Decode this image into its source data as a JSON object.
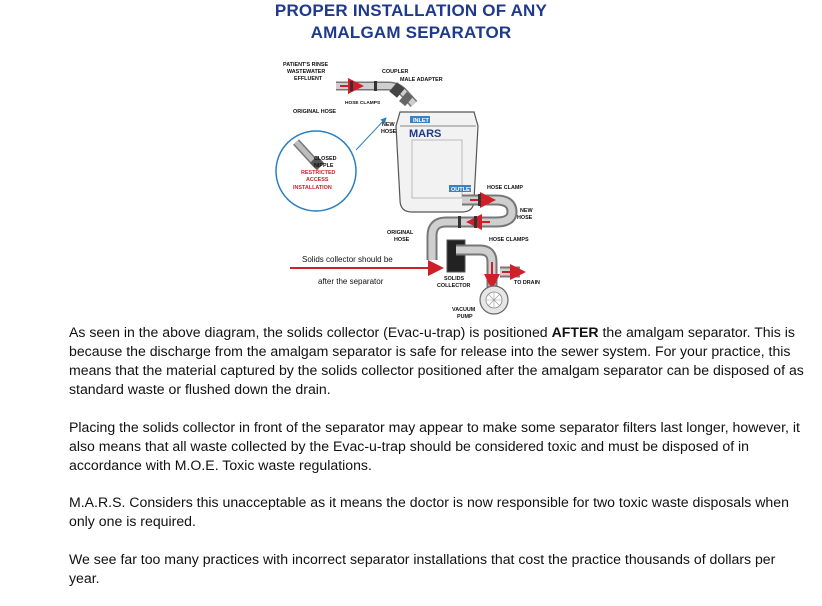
{
  "title": {
    "line1": "PROPER INSTALLATION OF ANY",
    "line2": "AMALGAM SEPARATOR"
  },
  "diagram": {
    "labels": {
      "patients_rinse_line1": "PATIENT'S RINSE",
      "patients_rinse_line2": "WASTEWATER",
      "patients_rinse_line3": "EFFLUENT",
      "coupler": "COUPLER",
      "male_adapter": "MALE ADAPTER",
      "hose_clamps_top": "HOSE CLAMPS",
      "original_hose_top": "ORIGINAL HOSE",
      "new_hose_top_line1": "NEW",
      "new_hose_top_line2": "HOSE",
      "inlet": "INLET",
      "brand": "MARS",
      "closed_nipple_line1": "CLOSED",
      "closed_nipple_line2": "NIPPLE",
      "restricted_line1": "RESTRICTED",
      "restricted_line2": "ACCESS",
      "restricted_line3": "INSTALLATION",
      "outlet": "OUTLET",
      "hose_clamp_right": "HOSE CLAMP",
      "new_hose_right_line1": "NEW",
      "new_hose_right_line2": "HOSE",
      "original_hose_mid_line1": "ORIGINAL",
      "original_hose_mid_line2": "HOSE",
      "hose_clamps_mid": "HOSE CLAMPS",
      "solids_note_line1": "Solids collector should be",
      "solids_note_line2": "after the separator",
      "solids_collector_line1": "SOLIDS",
      "solids_collector_line2": "COLLECTOR",
      "to_drain": "TO DRAIN",
      "vacuum_pump_line1": "VACUUM",
      "vacuum_pump_line2": "PUMP"
    },
    "colors": {
      "title_blue": "#1f3a8a",
      "red_arrow": "#d11f2a",
      "tag_blue": "#3b82c4",
      "callout_blue": "#2a7fbf"
    }
  },
  "body": {
    "p1_before": "As seen in the above diagram, the solids collector (Evac-u-trap) is positioned ",
    "p1_bold": "AFTER",
    "p1_after": " the amalgam separator. This is because the discharge from the amalgam separator is safe for release into the sewer system. For your practice, this means that the material captured by the solids collector positioned after the amalgam separator can be disposed of as standard waste or flushed down the drain.",
    "p2": "Placing the solids collector in front of the separator may appear to make some separator filters last longer, however, it also means that all waste collected by the Evac-u-trap should be considered toxic and must be disposed of in accordance with M.O.E. Toxic waste regulations.",
    "p3": "M.A.R.S. Considers this unacceptable as it means the doctor is now responsible for two toxic waste disposals when only one is required.",
    "p4": "We see far too many practices with incorrect separator installations that cost the practice thousands of dollars per year."
  }
}
